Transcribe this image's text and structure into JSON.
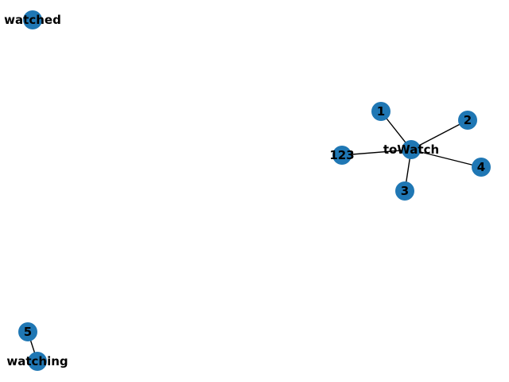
{
  "graph": {
    "node_color": "#1f77b4",
    "edge_color": "#000000",
    "label_color": "#000000",
    "nodes": [
      {
        "id": "watched",
        "label": "watched"
      },
      {
        "id": "1",
        "label": "1"
      },
      {
        "id": "2",
        "label": "2"
      },
      {
        "id": "toWatch",
        "label": "toWatch"
      },
      {
        "id": "123",
        "label": "123"
      },
      {
        "id": "4",
        "label": "4"
      },
      {
        "id": "3",
        "label": "3"
      },
      {
        "id": "5",
        "label": "5"
      },
      {
        "id": "watching",
        "label": "watching"
      }
    ],
    "edges": [
      {
        "source": "toWatch",
        "target": "1"
      },
      {
        "source": "toWatch",
        "target": "2"
      },
      {
        "source": "toWatch",
        "target": "123"
      },
      {
        "source": "toWatch",
        "target": "4"
      },
      {
        "source": "toWatch",
        "target": "3"
      },
      {
        "source": "5",
        "target": "watching"
      }
    ]
  }
}
